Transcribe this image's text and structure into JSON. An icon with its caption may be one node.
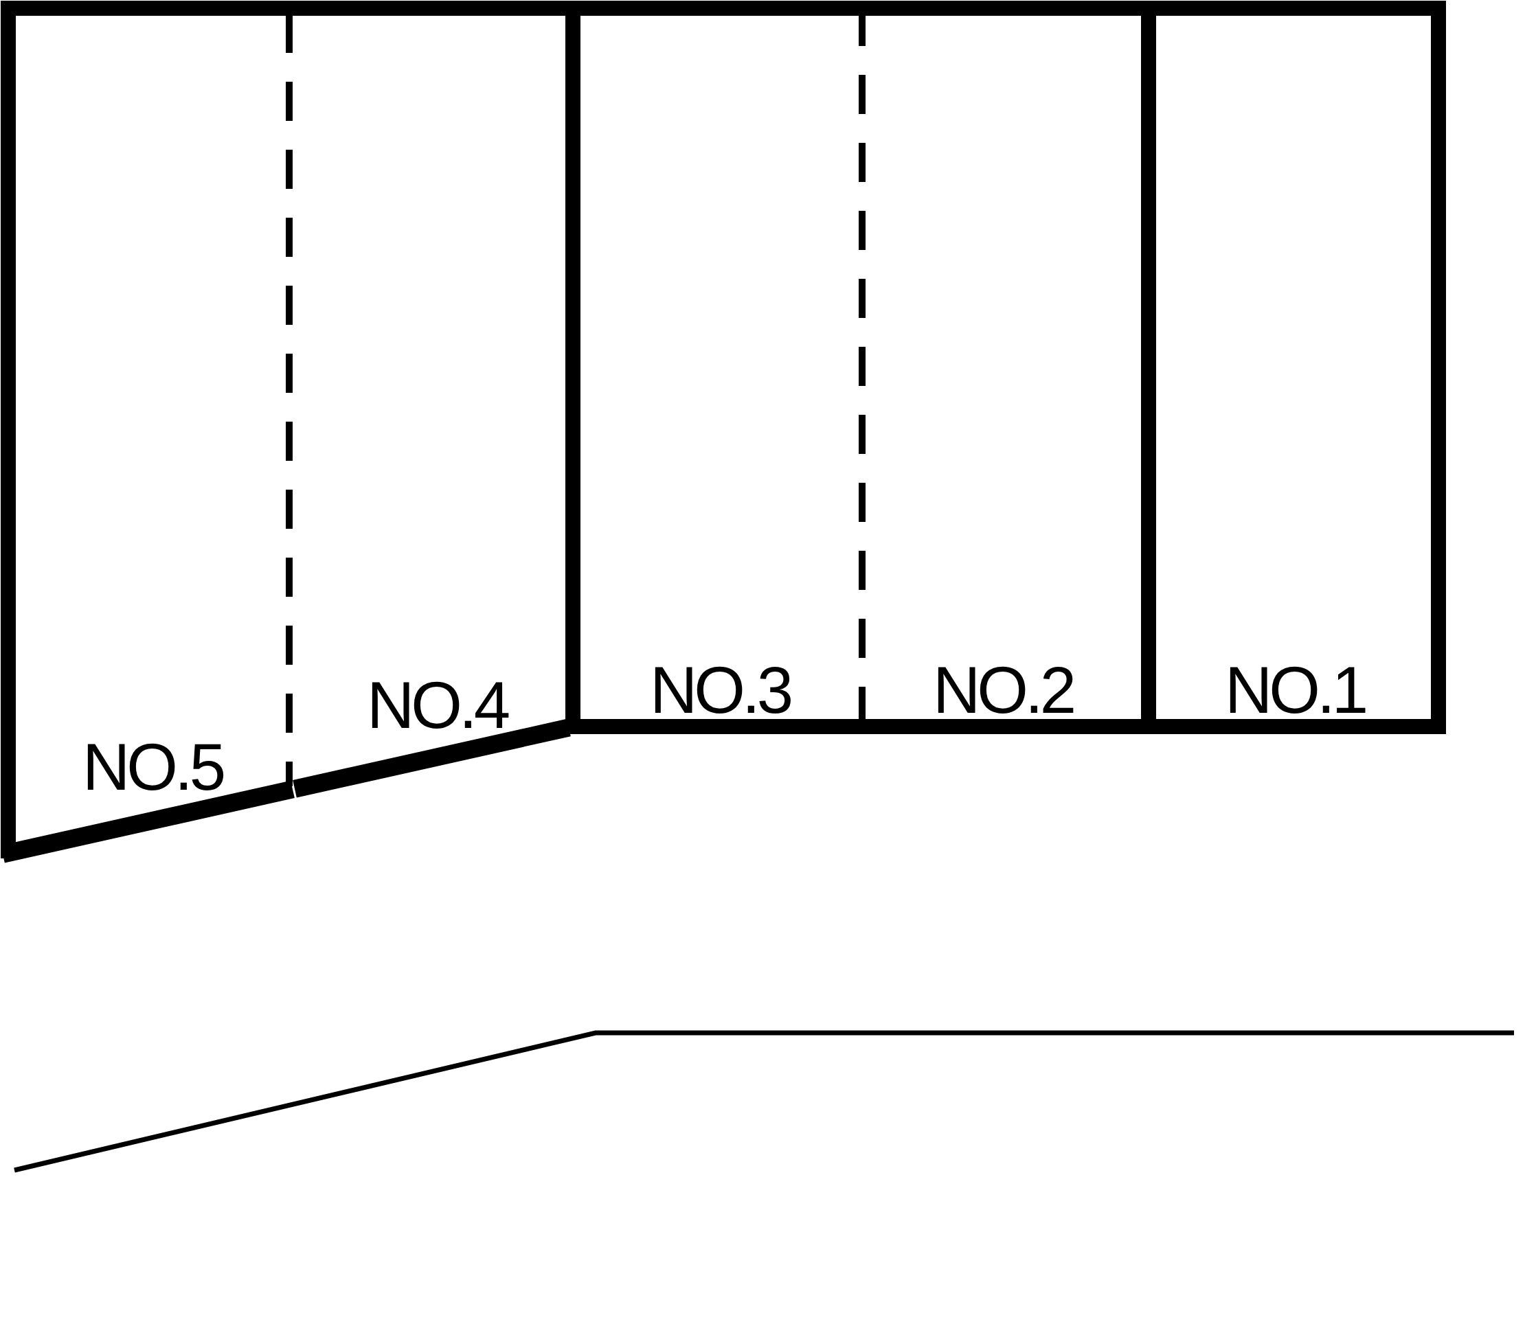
{
  "diagram": {
    "nodes": [
      {
        "text": [
          "NO.5"
        ]
      },
      {
        "text": [
          "NO.4"
        ]
      },
      {
        "text": [
          "NO.3"
        ]
      },
      {
        "text": [
          "NO.2"
        ]
      },
      {
        "text": [
          "NO.1"
        ]
      }
    ]
  }
}
